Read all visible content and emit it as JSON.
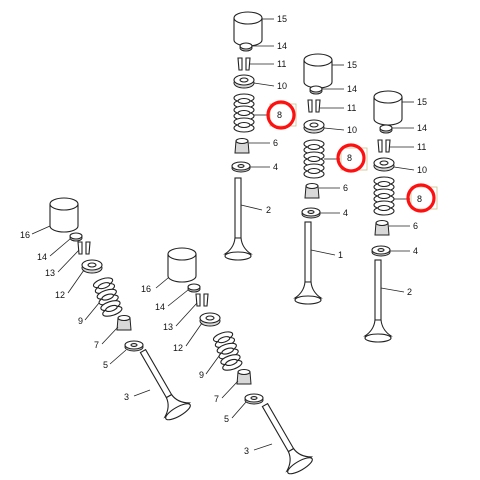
{
  "diagram": {
    "labels": [
      "15",
      "14",
      "11",
      "10",
      "8",
      "6",
      "4",
      "2",
      "1",
      "16",
      "13",
      "12",
      "9",
      "7",
      "5",
      "3"
    ],
    "highlight_color": "#ff1010"
  }
}
